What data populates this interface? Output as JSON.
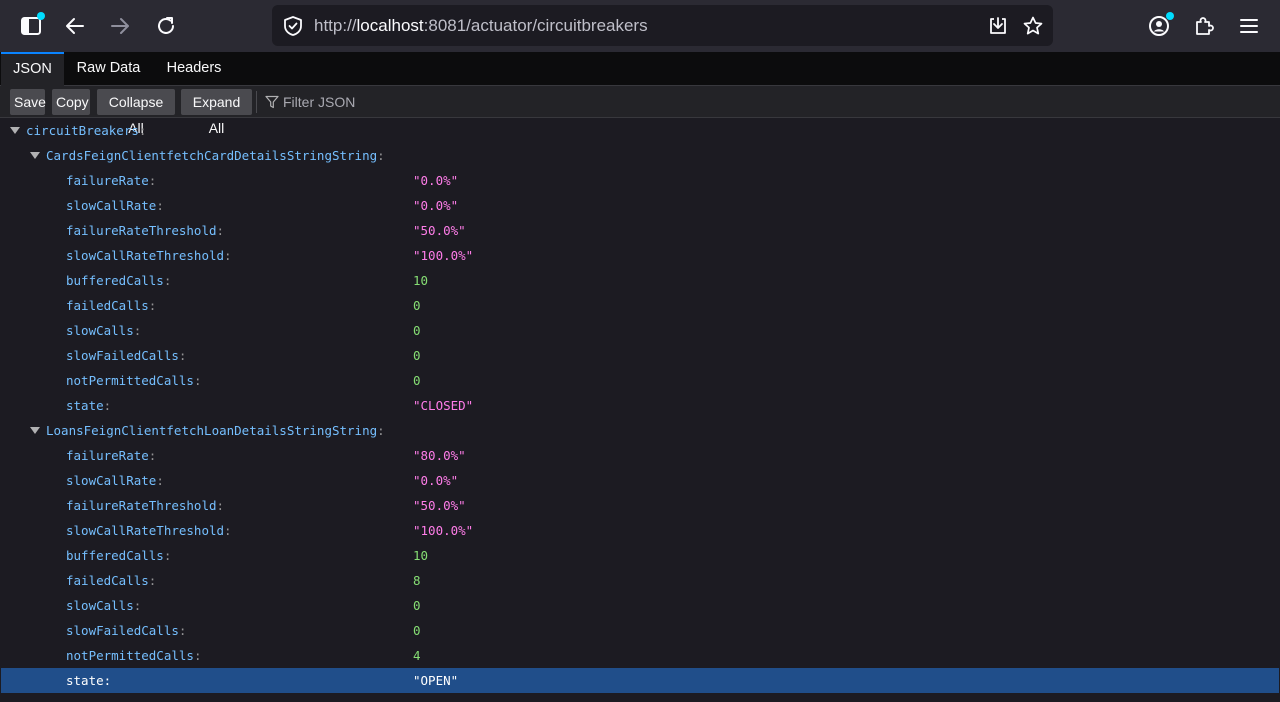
{
  "browser": {
    "url": {
      "scheme": "http://",
      "host": "localhost",
      "rest": ":8081/actuator/circuitbreakers"
    }
  },
  "viewer": {
    "tabs": [
      {
        "label": "JSON",
        "selected": true
      },
      {
        "label": "Raw Data",
        "selected": false
      },
      {
        "label": "Headers",
        "selected": false
      }
    ],
    "toolbar": {
      "save": "Save",
      "copy": "Copy",
      "collapse_all": "Collapse All",
      "expand_all": "Expand All",
      "filter_placeholder": "Filter JSON"
    }
  },
  "json": {
    "root_key": "circuitBreakers",
    "breakers": [
      {
        "name": "CardsFeignClientfetchCardDetailsStringString",
        "fields": [
          {
            "key": "failureRate",
            "value": "\"0.0%\"",
            "type": "string"
          },
          {
            "key": "slowCallRate",
            "value": "\"0.0%\"",
            "type": "string"
          },
          {
            "key": "failureRateThreshold",
            "value": "\"50.0%\"",
            "type": "string"
          },
          {
            "key": "slowCallRateThreshold",
            "value": "\"100.0%\"",
            "type": "string"
          },
          {
            "key": "bufferedCalls",
            "value": "10",
            "type": "number"
          },
          {
            "key": "failedCalls",
            "value": "0",
            "type": "number"
          },
          {
            "key": "slowCalls",
            "value": "0",
            "type": "number"
          },
          {
            "key": "slowFailedCalls",
            "value": "0",
            "type": "number"
          },
          {
            "key": "notPermittedCalls",
            "value": "0",
            "type": "number"
          },
          {
            "key": "state",
            "value": "\"CLOSED\"",
            "type": "string"
          }
        ]
      },
      {
        "name": "LoansFeignClientfetchLoanDetailsStringString",
        "fields": [
          {
            "key": "failureRate",
            "value": "\"80.0%\"",
            "type": "string"
          },
          {
            "key": "slowCallRate",
            "value": "\"0.0%\"",
            "type": "string"
          },
          {
            "key": "failureRateThreshold",
            "value": "\"50.0%\"",
            "type": "string"
          },
          {
            "key": "slowCallRateThreshold",
            "value": "\"100.0%\"",
            "type": "string"
          },
          {
            "key": "bufferedCalls",
            "value": "10",
            "type": "number"
          },
          {
            "key": "failedCalls",
            "value": "8",
            "type": "number"
          },
          {
            "key": "slowCalls",
            "value": "0",
            "type": "number"
          },
          {
            "key": "slowFailedCalls",
            "value": "0",
            "type": "number"
          },
          {
            "key": "notPermittedCalls",
            "value": "4",
            "type": "number"
          },
          {
            "key": "state",
            "value": "\"OPEN\"",
            "type": "string",
            "selected": true
          }
        ]
      }
    ]
  },
  "colors": {
    "accent": "#0a84ff",
    "key": "#75bfff",
    "string": "#ff7de9",
    "number": "#86de74",
    "selection": "#204e8a"
  }
}
